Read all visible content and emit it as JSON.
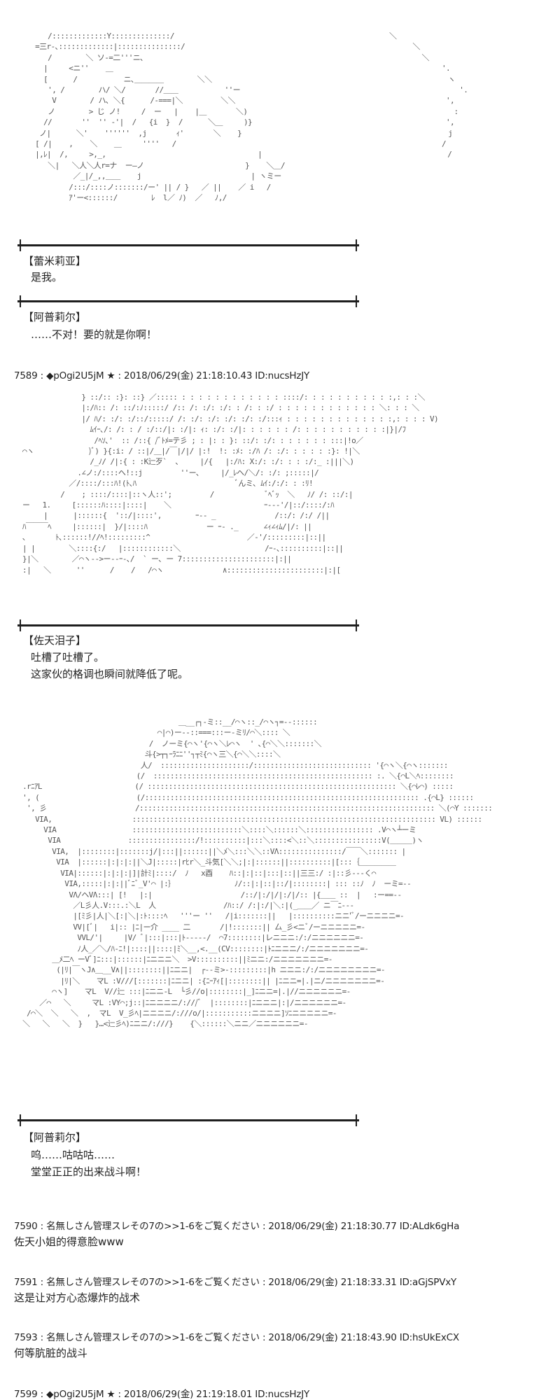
{
  "art": {
    "aa1": [
      "        /:::::::::::::Y::::::::::::::/                                                   ＼",
      "     =三r-､:::::::::::::|:::::::::::::::/                                                      ＼",
      "        /        ＼ ソ-=二'''ニ､                                                                  ＼",
      "       |     <ニ''    ＿                                                                              '.",
      "       [      /           ニ､＿＿＿＿        ＼＼                                                        ヽ",
      "        ', /        ハ/ ＼/       //＿＿           ''ー                                                    '.",
      "         V        / ハ､ ＼{      /-===|＼         ＼＼                                                  ',",
      "        ノ        > じ ノ!     /  ー   |    |＿       ＼)                                                 :",
      "       //       ''  '' -'|  /   {i  }  /      ＼＿     )}                                              ',",
      "      ノ|      ＼'    ''''''  ,j       ｨ'       ＼    }                                                 j",
      "     [ /|    ,    ＼    ＿     ''''   /                                                               /",
      "     |,ﾚ|  /,     >,_,                                    |                                            /",
      "        ＼|   ＼人＼人r=ナ  ー―ノ                        }    ＼＿/",
      "              ／_|/_,,＿＿    j                          | ヽミー",
      "             /:::/::::ノ:::::::/ー' || / }   ／ ||    ／ i   /",
      "             ｱ'ー<::::::/        ﾚ  l／ ﾉ)  ／   ﾉ,/"
    ],
    "aa2": [
      "                } ::/:: :}: ::} ／::::: : : : : : : : : : : : : ::::/: : : : : : : : : : :,: : :＼",
      "                |:/ﾊ:: /: ::/:ﾉ:::::/ /:: /: :/: :/: : /: : :/ : : : : : : : : : : : : ＼: : : ＼",
      "                |/ ﾊ/: :/: :/::/:::::/ /: :/: :/: :/: :/: :/:::ｨ : : : : : : : : : : : : :,: : : : V)",
      "                  ﾑｲｰ､/: /: : / :/::/|: :/|: ｨ: :/: :/|: : : : : : /: : : : : : : : : : :|}|/ﾌ",
      "                   /ﾍｿ､'  :: /::{ /ﾞﾄﾒ=テ彡 ; : |: : }: ::/: :/: : : : : : : :::|!o／",
      "  ⌒ヽ             )ﾞ) }{:i: / ::|/＿|/￣|/|/ |:!  !: :ﾒ: :/ﾊ /: :/: : : : : :}: !|＼",
      "                  /_ﾉ/ /|:{ : :K辷歹`  ､     |/{   |:/ﾊ: X:/: :/: : : :/:_ :|||＼)",
      "               .∠ノ:/::::へ!::j         ''ー､     |/_ﾚヘ/＼/: :/: ;:::::|/",
      "             ／/::::/:::ﾊ!(ﾄ､ﾊ                        ﾞんミ､ ﾑｲ:/:/: : :ﾘ!",
      "           /    ; ::::/::::|::ヽ人::';         /            ﾞﾍﾞｯ  ＼   ﾉ/ /: ::/:|",
      "  ー   1.     [::::::ﾊ::::|::::|    ＼                      ｰ---'/|::/::::/:ﾊ",
      "       |      |::::::{  '::/|::::',        ｰ-- _              /::/: /:/ /||",
      "  ﾊ￣￣￣ﾍ     |::::::|  }/|::::ﾊ              ー ｰ- ._      ∠ｨ∠ｨﾑ/|/: ||",
      "  ､       ﾄ､::::::!//ﾍ!:::::::::^                       ／-'/:::::::::|::||",
      "  | |        ＼::::{:/   |::::::::::::＼                    /ｰ-､::::::::::|::||",
      "  }|＼        ／⌒ヽ-->ー--ｰ-､/  ` ー､ ー 7::::::::::::::::::::::|:||",
      "  :|   ＼      ''      /    /   /⌒ヽ              ∧:::::::::::::::::::::::|:|["
    ],
    "aa3": [
      "                                        ＿__┌┐-ミ::__/⌒ヽ::_/⌒ヽ┐=--::::::",
      "                                   ⌒|⌒)ー--::===:::ー-ミﾘ/⌒＼:::: ＼",
      "                                 /  ノーミ{⌒ヽ'{⌒ヽ＼ﾚ⌒ヽ  ' ､{⌒＼＼:::::::＼",
      "                                斗{>┬┐ｰﾗﾆﾆ''┐┬ﾐ{⌒ヽ三＼{⌒＼＼::::＼",
      "                               人/  :::::::::::::::::::::/:::::::::::::::::::::::::::: '{⌒ヽ＼{⌒ヽ:::::::",
      "                              (/  :::::::::::::::::::::::::::::::::::::::::::::::::::: :. ＼{⌒L＼ﾍ::::::::",
      "   .rﾆｱL                      (/ ::::::::::::::::::::::::::::::::::::::::::::::::::::::::::: ＼{⌒ﾚ⌒) :::::",
      "   ', (                       (/::::::::::::::::::::::::::::::::::::::::::::::::::::::::::::::::: .{⌒L} ::::::",
      "    ', 彡                     /:::::::::::::::::::::::::::::::::::::::::::::::::::::::::::::::::::::: ＼(⌒Y :::::::",
      "      VIA,                   :::::::::::::::::::::::::::::::::::::::::::::::::::::::::::::::::::::::: VL) ::::::",
      "        VIA                  ::::::::::::::::::::::::::＼::::＼::::::＼:::::::::::::::: .V⌒ヽ┴ーミ",
      "         VIA                ::::::::::::::::/!::::::::::|:::＼::::<＼::＼::::::::::::::::V(＿＿＿)ヽ",
      "          VIA,  |::::::::|:::::::j/|:::||::::::||＼ﾒ＼:::＼＼::VΛ:::::::::::::::/￣￣＼::::::: |",
      "           VIA  |::::::|:|:|:||＼J|:::::|rﾋr＼_斗気[＼＼;|:|::::::||::::::::::|[:::｛＿＿＿＿＿",
      "            VIA|::::::|:|:|:|]|計ﾐ|::::/  ﾉ   x酉    ﾊ::|:|::|:::|::||三三:/ :|::彡---く⌒",
      "             VIA,:::::|:|:||ﾞﾆﾞ_V'⌒ |:｝              ﾉ/::|:|::|::/|::::::::| ::: ::ﾉ  ﾉ  ーミ=--",
      "              VΛ/ヘVΛ:::| [!   |:|                     /::/|:/|/|:/|/:: |{＿＿ ::  |   :ー==--",
      "               ／L彡人.V:::.:＼L  人                /ﾊ::/ /:|:/|＼:|(_＿＿／ ニ￣ﾆ---",
      "               |[ﾐ彡|人|＼[:|＼|:ﾄ::::ﾍ   '''ー ''   /|i:::::::||   |::::::::::ニニ'ﾞ/ーニニニニ=-",
      "               VV|[ﾞ|   i|:: |ﾆ|ー介 ____ 二       /|!:::::::|| 厶_彡<ニﾞ/ーニニニニニ=-",
      "                VVL/'|     |V/ ﾞ|:::|:::|ﾄ-----/  ⌒7::::::::|レニニニ:/:/ニニニニニニ=-",
      "                ﾉ人_／＼/ﾊ-ﾆ!|::::||::::|ﾐ＼__,<.__(CV::::::::|ﾄﾆニニニ/:/ニニニニニニニ=-",
      "          ＿ﾒ二ﾍ ーVﾞ]ﾆ:::|::::::|ﾆニニニ＼  >V::::::::::||ﾐニニ:/ニニニニニニニ=-",
      "           (|ﾘ|￣ヽJ∧＿__V∧||::::::::||ﾆニニ|  ┌--ミ>-:::::::::|h ニニニ:/:/ニニニニニニニニ=-",
      "            |ﾘ|＼    マL :V///[:::::::|ﾆニニ| :{ﾆｰｱｨ[|::::::::|| |ﾆニニ=|.|ニ/ニニニニニニニ=-",
      "          ⌒ヽ]    マL  V//辷 :::|ﾆニニ-L  └彡//o|::::::::|_]ﾆニニ=|.|//ニニニニニニ=-",
      "       ／⌒   ＼     マL :VY⌒;j::|ﾆニニニニ/:///ﾞ  |::::::::|ﾆニニニ|:|/ニニニニニニ=-",
      "    /⌒＼  ＼   ＼  ,  マL  V_彡ﾍ|ニニニニ/:///o/|:::::::::::ニニニニ]ｿﾆニニニニニ=-",
      "   ＼   ＼   ＼  }   }…<辷彡ﾍ)ﾆニニ/:///}    {＼::::::＼ニニ／ニニニニニニ=-"
    ]
  },
  "dialogues": [
    {
      "speaker": "【蕾米莉亚】",
      "lines": [
        "是我。"
      ]
    },
    {
      "speaker": "【阿普莉尔】",
      "lines": [
        "……不对！要的就是你啊！"
      ]
    },
    {
      "speaker": "【佐天泪子】",
      "lines": [
        "吐槽了吐槽了。",
        "这家伙的格调也瞬间就降低了呢。"
      ]
    },
    {
      "speaker": "【阿普莉尔】",
      "lines": [
        "呜……咕咕咕……",
        "堂堂正正的出来战斗啊！"
      ]
    }
  ],
  "posts": [
    {
      "header": "7589 : ◆pOgi2U5jM ★ : 2018/06/29(金) 21:18:10.43 ID:nucsHzJY",
      "body": ""
    },
    {
      "header": "7590 : 名無しさん管理スレその7の>>1-6をご覧ください : 2018/06/29(金) 21:18:30.77 ID:ALdk6gHa",
      "body": "佐天小姐的得意脸www"
    },
    {
      "header": "7591 : 名無しさん管理スレその7の>>1-6をご覧ください : 2018/06/29(金) 21:18:33.31 ID:aGjSPVxY",
      "body": "这是让对方心态爆炸的战术"
    },
    {
      "header": "7593 : 名無しさん管理スレその7の>>1-6をご覧ください : 2018/06/29(金) 21:18:43.90 ID:hsUkExCX",
      "body": "何等肮脏的战斗"
    },
    {
      "header": "7599 : ◆pOgi2U5jM ★ : 2018/06/29(金) 21:19:18.01 ID:nucsHzJY",
      "body": ""
    }
  ]
}
